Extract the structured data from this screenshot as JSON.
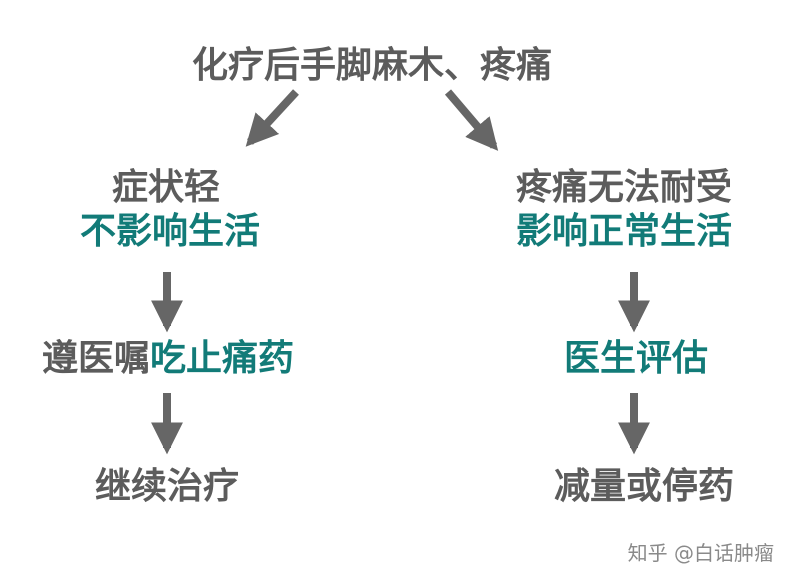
{
  "diagram": {
    "title": "化疗后手脚麻木、疼痛",
    "left_branch": {
      "condition_line1": "症状轻",
      "condition_line2": "不影响生活",
      "advice_prefix": "遵医嘱",
      "advice_highlight": "吃止痛药",
      "outcome": "继续治疗"
    },
    "right_branch": {
      "condition_line1": "疼痛无法耐受",
      "condition_line2": "影响正常生活",
      "advice": "医生评估",
      "outcome": "减量或停药"
    }
  },
  "watermark": "知乎 @白话肿瘤",
  "colors": {
    "text_gray": "#5c5c5c",
    "highlight_teal": "#127b78",
    "arrow_gray": "#666666"
  }
}
